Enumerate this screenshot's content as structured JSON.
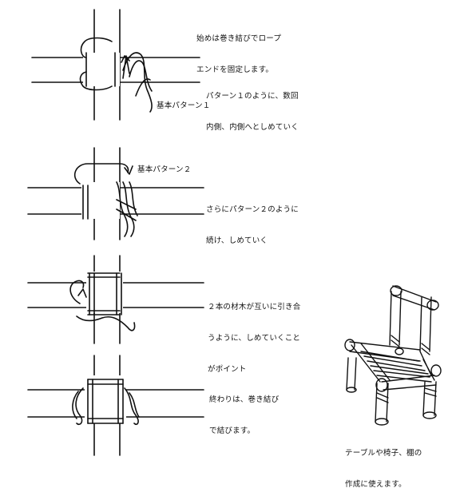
{
  "texts": {
    "step1": {
      "line1": "始めは巻き結びでロープ",
      "line2": "エンドを固定します。"
    },
    "step2": {
      "line1": "パターン１のように、数回",
      "line2": "内側、内側へとしめていく"
    },
    "pattern1_label": "基本パターン１",
    "pattern2_label": "基本パターン２",
    "step3": {
      "line1": "さらにパターン２のように",
      "line2": "続け、しめていく"
    },
    "step4": {
      "line1": "２本の材木が互いに引き合",
      "line2": "うように、しめていくこと",
      "line3": "がポイント"
    },
    "step5": {
      "line1": "終わりは、巻き結び",
      "line2": "で結びます。"
    },
    "usage": {
      "line1": "テーブルや椅子、棚の",
      "line2": "作成に使えます。"
    }
  },
  "colors": {
    "ink": "#111111",
    "paper": "#ffffff"
  }
}
